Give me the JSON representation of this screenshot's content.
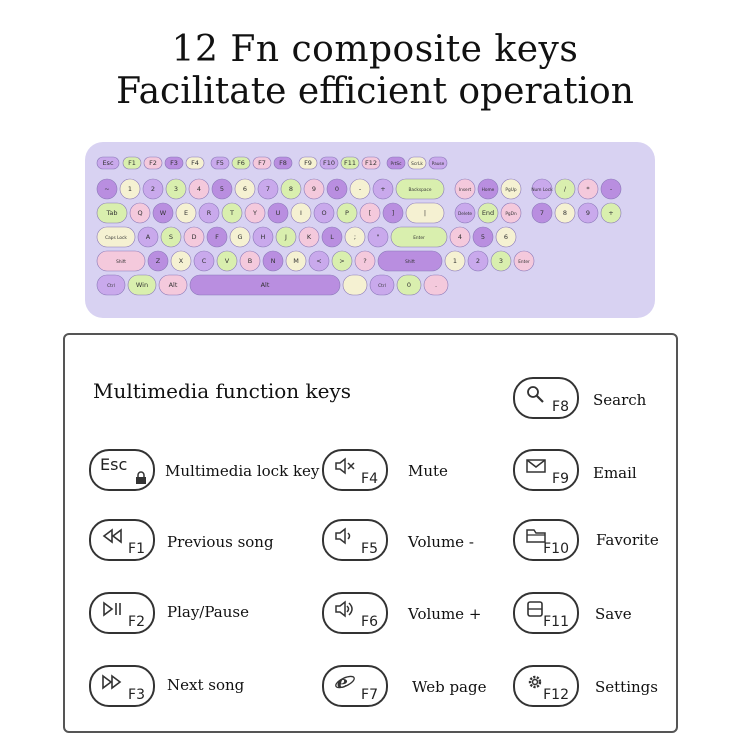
{
  "header": {
    "title_line1": "12 Fn composite keys",
    "title_line2": "Facilitate efficient operation"
  },
  "keyboard": {
    "body_color": "#d8d2f2",
    "key_colors": [
      "#c9a9ec",
      "#f4c9dc",
      "#f5f1d2",
      "#d9efae",
      "#b98ee0"
    ],
    "key_labels_row0": [
      "Esc",
      "F1",
      "F2",
      "F3",
      "F4",
      "F5",
      "F6",
      "F7",
      "F8",
      "F9",
      "F10",
      "F11",
      "F12",
      "PrtSc",
      "ScrLk",
      "Pause"
    ],
    "key_labels_row1": [
      "~",
      "1",
      "2",
      "3",
      "4",
      "5",
      "6",
      "7",
      "8",
      "9",
      "0",
      "-",
      "+",
      "Backspace",
      "Insert",
      "Home",
      "PgUp",
      "Num Lock",
      "/",
      "*",
      "-"
    ],
    "key_labels_row2": [
      "Tab",
      "Q",
      "W",
      "E",
      "R",
      "T",
      "Y",
      "U",
      "I",
      "O",
      "P",
      "[",
      "]",
      "|",
      "Delete",
      "End",
      "PgDn",
      "7",
      "8",
      "9",
      "+"
    ],
    "key_labels_row3": [
      "Caps Lock",
      "A",
      "S",
      "D",
      "F",
      "G",
      "H",
      "J",
      "K",
      "L",
      ";",
      "\"",
      "Enter",
      "4",
      "5",
      "6"
    ],
    "key_labels_row4": [
      "Shift",
      "Z",
      "X",
      "C",
      "V",
      "B",
      "N",
      "M",
      "<",
      ">",
      "?",
      "Shift",
      "1",
      "2",
      "3",
      "Enter"
    ],
    "key_labels_row5": [
      "Ctrl",
      "Win",
      "Alt",
      "Alt",
      "",
      "Ctrl",
      "0",
      "."
    ]
  },
  "legend": {
    "title": "Multimedia function keys",
    "items": [
      {
        "key": "Esc",
        "desc": "Multimedia lock key",
        "icon": "lock-icon"
      },
      {
        "key": "F1",
        "desc": "Previous song",
        "icon": "previous-icon"
      },
      {
        "key": "F2",
        "desc": "Play/Pause",
        "icon": "play-pause-icon"
      },
      {
        "key": "F3",
        "desc": "Next song",
        "icon": "next-icon"
      },
      {
        "key": "F4",
        "desc": "Mute",
        "icon": "mute-icon"
      },
      {
        "key": "F5",
        "desc": "Volume -",
        "icon": "volume-down-icon"
      },
      {
        "key": "F6",
        "desc": "Volume +",
        "icon": "volume-up-icon"
      },
      {
        "key": "F7",
        "desc": "Web page",
        "icon": "browser-icon"
      },
      {
        "key": "F8",
        "desc": "Search",
        "icon": "search-icon"
      },
      {
        "key": "F9",
        "desc": "Email",
        "icon": "email-icon"
      },
      {
        "key": "F10",
        "desc": "Favorite",
        "icon": "folder-icon"
      },
      {
        "key": "F11",
        "desc": "Save",
        "icon": "save-icon"
      },
      {
        "key": "F12",
        "desc": "Settings",
        "icon": "gear-icon"
      }
    ]
  }
}
